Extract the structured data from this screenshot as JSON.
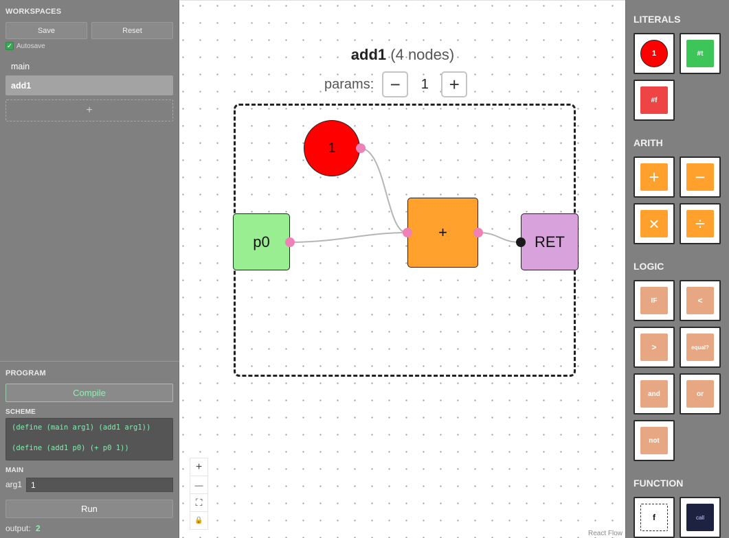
{
  "workspaces": {
    "title": "WORKSPACES",
    "save_label": "Save",
    "reset_label": "Reset",
    "autosave_label": "Autosave",
    "autosave_checked": true,
    "items": [
      {
        "label": "main",
        "active": false
      },
      {
        "label": "add1",
        "active": true
      }
    ],
    "add_label": "+"
  },
  "program": {
    "title": "PROGRAM",
    "compile_label": "Compile",
    "scheme_title": "SCHEME",
    "scheme_lines": [
      "(define (main arg1) (add1 arg1))",
      "(define (add1 p0) (+ p0 1))"
    ],
    "main_title": "MAIN",
    "arg_label": "arg1",
    "arg_value": "1",
    "run_label": "Run",
    "output_label": "output:",
    "output_value": "2"
  },
  "graph": {
    "name": "add1",
    "node_count": "(4 nodes)",
    "params_label": "params:",
    "params_minus": "−",
    "params_value": "1",
    "params_plus": "+",
    "nodes": {
      "literal": "1",
      "param": "p0",
      "op": "+",
      "ret": "RET"
    },
    "colors": {
      "literal": "#ff0000",
      "param": "#98ee90",
      "op": "#ffa12c",
      "ret": "#d8a2dc",
      "handle": "#ee82b7",
      "edge": "#b5b5b5"
    }
  },
  "flow_controls": {
    "zoom_in": "+",
    "zoom_out": "—",
    "fit": "⛶",
    "lock": "🔒",
    "attribution": "React Flow"
  },
  "palette": {
    "literals_title": "LITERALS",
    "literal_one": "1",
    "literal_true": "#t",
    "literal_false": "#f",
    "arith_title": "ARITH",
    "arith": [
      "+",
      "−",
      "×",
      "÷"
    ],
    "logic_title": "LOGIC",
    "logic": [
      "IF",
      "<",
      ">",
      "equal?",
      "and",
      "or",
      "not"
    ],
    "function_title": "FUNCTION",
    "function_f": "f",
    "function_call": "call",
    "colors": {
      "red": "#ff0000",
      "green": "#3ec55a",
      "redsq": "#ef4444",
      "orange": "#ffa12c",
      "logic": "#e8a783",
      "call": "#1c2240"
    }
  }
}
